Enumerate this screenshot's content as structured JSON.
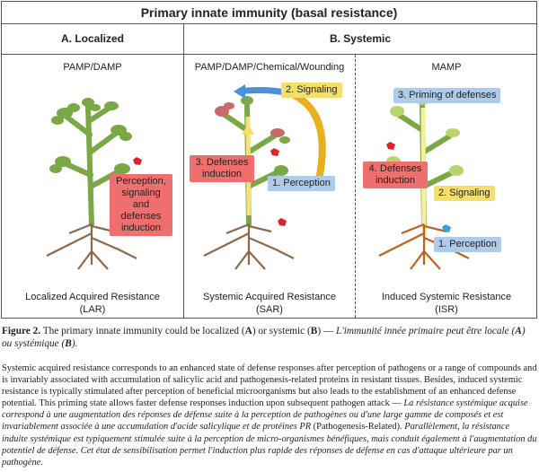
{
  "figure": {
    "title": "Primary innate immunity (basal resistance)",
    "header_a": "A. Localized",
    "header_b": "B. Systemic",
    "sub_a": "PAMP/DAMP",
    "sub_b1": "PAMP/DAMP/Chemical/Wounding",
    "sub_b2": "MAMP",
    "lar": {
      "label_perception": "Perception, signaling and defenses induction",
      "caption_line1": "Localized Acquired Resistance",
      "caption_line2": "(LAR)"
    },
    "sar": {
      "signaling": "2. Signaling",
      "defenses": "3. Defenses induction",
      "perception": "1. Perception",
      "caption_line1": "Systemic Acquired Resistance",
      "caption_line2": "(SAR)"
    },
    "isr": {
      "priming": "3. Priming of defenses",
      "defenses": "4. Defenses induction",
      "signaling": "2. Signaling",
      "perception": "1. Perception",
      "caption_line1": "Induced Systemic Resistance",
      "caption_line2": "(ISR)"
    },
    "colors": {
      "red_box": "#ef6f6f",
      "blue_box": "#aecbe8",
      "yellow_box": "#f3df6a",
      "plant_green": "#7aa844"
    }
  },
  "caption": {
    "label": "Figure 2.",
    "text_en_1": " The primary innate immunity could be localized (",
    "a": "A",
    "text_en_2": ") or systemic (",
    "b": "B",
    "text_en_3": ") — ",
    "text_fr_1": "L'immunité innée primaire peut être locale (",
    "text_fr_2": ") ou systémique (",
    "text_fr_3": ")."
  },
  "body": {
    "english": "Systemic acquired resistance corresponds to an enhanced state of defense responses after perception of pathogens or a range of compounds and is invariably associated with accumulation of salicylic acid and pathogenesis-related proteins in resistant tissues. Besides, induced systemic resistance is typically stimulated after perception of beneficial microorganisms but also leads to the establishment of an enhanced defense potential. This priming state allows faster defense responses induction upon subsequent pathogen attack — ",
    "french_1": "La résistance systémique acquise correspond à une augmentation des réponses de défense suite à la perception de pathogènes ou d'une large gamme de composés et est invariablement associée à une accumulation d'acide salicylique et de protéines PR",
    "french_2": " (Pathogenesis-Related). ",
    "french_3": "Parallèlement, la résistance induite systémique est typiquement stimulée suite à la perception de micro-organismes bénéfiques, mais conduit également à l'augmentation du potentiel de défense. Cet état de sensibilisation permet l'induction plus rapide des réponses de défense en cas d'attaque ultérieure par un pathogène."
  }
}
